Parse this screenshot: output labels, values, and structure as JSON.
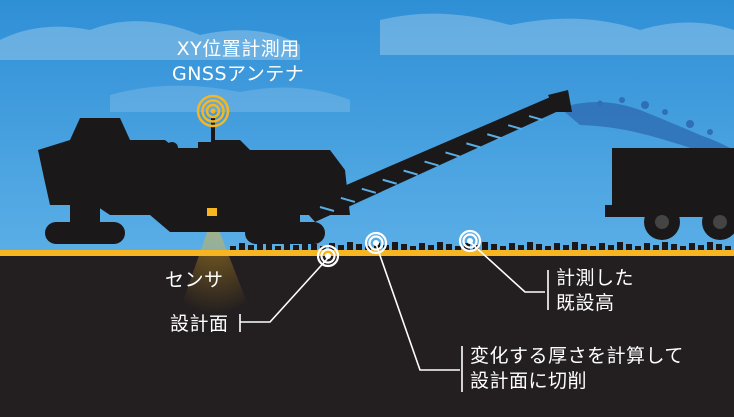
{
  "labels": {
    "gnss_antenna": [
      "XY位置計測用",
      "GNSSアンテナ"
    ],
    "sensor": "センサ",
    "design_surface": "設計面",
    "measured_surface": [
      "計測した",
      "既設高"
    ],
    "cut_to_design": [
      "変化する厚さを計算して",
      "設計面に切削"
    ]
  },
  "colors": {
    "sky_top": "#2f8fd6",
    "sky_bottom": "#5aaee6",
    "ground": "#231f20",
    "road_line": "#f7b522",
    "machine_silhouette": "#1a1819",
    "antenna_rings": "#f7b522",
    "marker": "#ffffff",
    "spray": "#2f6fb5"
  },
  "icons": [
    "gnss-antenna-icon",
    "sensor-icon",
    "target-marker-icon"
  ]
}
